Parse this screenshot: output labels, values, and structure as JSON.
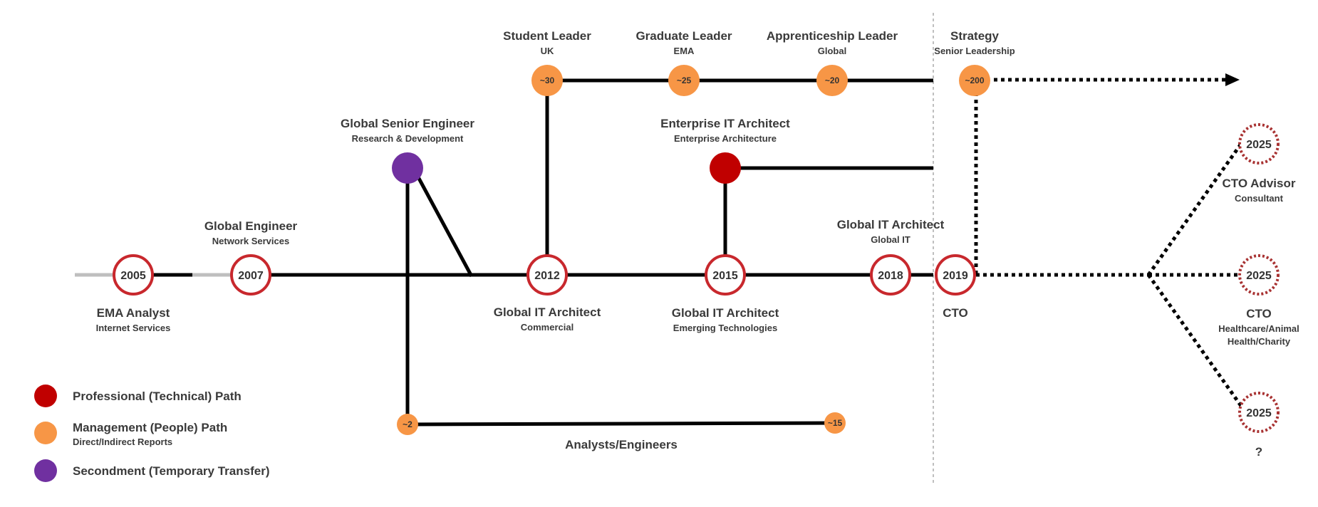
{
  "colors": {
    "professional": "#c00000",
    "management": "#f79646",
    "secondment": "#7030a0",
    "ring": "#c8282d",
    "line": "#000000",
    "grey_line": "#bfbfbf",
    "divider": "#bfbfbf"
  },
  "milestones": {
    "y2005": {
      "year": "2005",
      "title": "EMA Analyst",
      "subtitle": "Internet Services"
    },
    "y2007": {
      "year": "2007",
      "title": "Global Engineer",
      "subtitle": "Network Services"
    },
    "y2012": {
      "year": "2012",
      "title": "Global IT Architect",
      "subtitle": "Commercial"
    },
    "y2015": {
      "year": "2015",
      "title": "Global IT Architect",
      "subtitle": "Emerging Technologies"
    },
    "y2018": {
      "year": "2018",
      "title": "Global IT Architect",
      "subtitle": "Global IT"
    },
    "y2019": {
      "year": "2019",
      "title": "CTO"
    }
  },
  "secondment": {
    "title": "Global Senior Engineer",
    "subtitle": "Research & Development"
  },
  "enterprise": {
    "title": "Enterprise IT Architect",
    "subtitle": "Enterprise Architecture"
  },
  "leaders": {
    "student": {
      "title": "Student Leader",
      "subtitle": "UK",
      "count": "~30"
    },
    "graduate": {
      "title": "Graduate Leader",
      "subtitle": "EMA",
      "count": "~25"
    },
    "apprenticeship": {
      "title": "Apprenticeship Leader",
      "subtitle": "Global",
      "count": "~20"
    },
    "strategy": {
      "title": "Strategy",
      "subtitle": "Senior Leadership",
      "count": "~200"
    }
  },
  "analysts": {
    "label": "Analysts/Engineers",
    "start_count": "~2",
    "end_count": "~15"
  },
  "futures": {
    "advisor": {
      "year": "2025",
      "title": "CTO Advisor",
      "subtitle": "Consultant"
    },
    "cto": {
      "year": "2025",
      "title": "CTO",
      "subtitle_line1": "Healthcare/Animal",
      "subtitle_line2": "Health/Charity"
    },
    "unknown": {
      "year": "2025",
      "title": "?"
    }
  },
  "legend": {
    "professional": "Professional (Technical) Path",
    "management": "Management (People) Path",
    "management_sub": "Direct/Indirect Reports",
    "secondment": "Secondment (Temporary Transfer)"
  }
}
